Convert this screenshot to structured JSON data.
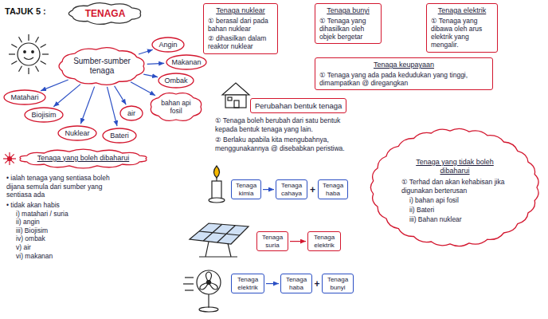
{
  "diagram": {
    "title": "TAJUK 5 :",
    "nodes": [
      {
        "text": [
          "TENAGA"
        ]
      },
      {
        "text": [
          "Tenaga nuklear",
          "① berasal dari pada bahan nuklear",
          "② dihasilkan dalam reaktor nuklear"
        ]
      },
      {
        "text": [
          "Tenaga bunyi",
          "① Tenaga yang dihasilkan oleh objek bergetar"
        ]
      },
      {
        "text": [
          "Tenaga elektrik",
          "① Tenaga yang dibawa oleh arus elektrik yang mengalir."
        ]
      },
      {
        "text": [
          "Tenaga keupayaan",
          "① Tenaga yang ada pada kedudukan yang tinggi, dimampatkan @ diregangkan"
        ]
      },
      {
        "text": [
          "Sumber-sumber tenaga"
        ]
      },
      {
        "text": [
          "Angin"
        ]
      },
      {
        "text": [
          "Makanan"
        ]
      },
      {
        "text": [
          "Ombak"
        ]
      },
      {
        "text": [
          "Matahari"
        ]
      },
      {
        "text": [
          "Biojisim"
        ]
      },
      {
        "text": [
          "Nuklear"
        ]
      },
      {
        "text": [
          "Bateri"
        ]
      },
      {
        "text": [
          "air"
        ]
      },
      {
        "text": [
          "bahan api fosil"
        ]
      },
      {
        "text": [
          "Perubahan bentuk tenaga"
        ]
      },
      {
        "text": [
          "Tenaga yang tidak boleh dibaharui",
          "① Terhad dan akan kehabisan jika digunakan berterusan",
          "i) bahan api fosil",
          "ii) Bateri",
          "iii) Bahan nuklear"
        ]
      },
      {
        "text": [
          "Tenaga yang boleh dibaharui"
        ]
      },
      {
        "text": [
          "Tenaga kimia"
        ]
      },
      {
        "text": [
          "Tenaga cahaya"
        ]
      },
      {
        "text": [
          "Tenaga haba"
        ]
      },
      {
        "text": [
          "Tenaga suria"
        ]
      },
      {
        "text": [
          "Tenaga elektrik"
        ]
      },
      {
        "text": [
          "Tenaga elektrik"
        ]
      },
      {
        "text": [
          "Tenaga haba"
        ]
      },
      {
        "text": [
          "Tenaga bunyi"
        ]
      }
    ],
    "edges": [
      {
        "from": 5,
        "to": 6,
        "arrow": "to"
      },
      {
        "from": 5,
        "to": 7,
        "arrow": "to"
      },
      {
        "from": 5,
        "to": 8,
        "arrow": "to"
      },
      {
        "from": 5,
        "to": 9,
        "arrow": "to"
      },
      {
        "from": 5,
        "to": 10,
        "arrow": "to"
      },
      {
        "from": 5,
        "to": 11,
        "arrow": "to"
      },
      {
        "from": 5,
        "to": 12,
        "arrow": "to"
      },
      {
        "from": 5,
        "to": 13,
        "arrow": "to"
      },
      {
        "from": 5,
        "to": 14,
        "arrow": "to"
      },
      {
        "from": 18,
        "to": 19,
        "arrow": "to"
      },
      {
        "from": 21,
        "to": 22,
        "arrow": "to"
      },
      {
        "from": 23,
        "to": 24,
        "arrow": "to"
      }
    ],
    "labels": [
      "• ialah tenaga yang sentiasa boleh dijana semula dari sumber yang sentiasa ada",
      "• tidak akan habis",
      "i) matahari / suria",
      "ii) angin",
      "iii) Biojisim",
      "iv) ombak",
      "v) air",
      "vi) makanan",
      "① Tenaga boleh berubah dari satu bentuk kepada bentuk tenaga yang lain.",
      "② Berlaku apabila kita mengubahnya, menggunakannya @ disebabkan peristiwa.",
      "+",
      "+"
    ]
  }
}
